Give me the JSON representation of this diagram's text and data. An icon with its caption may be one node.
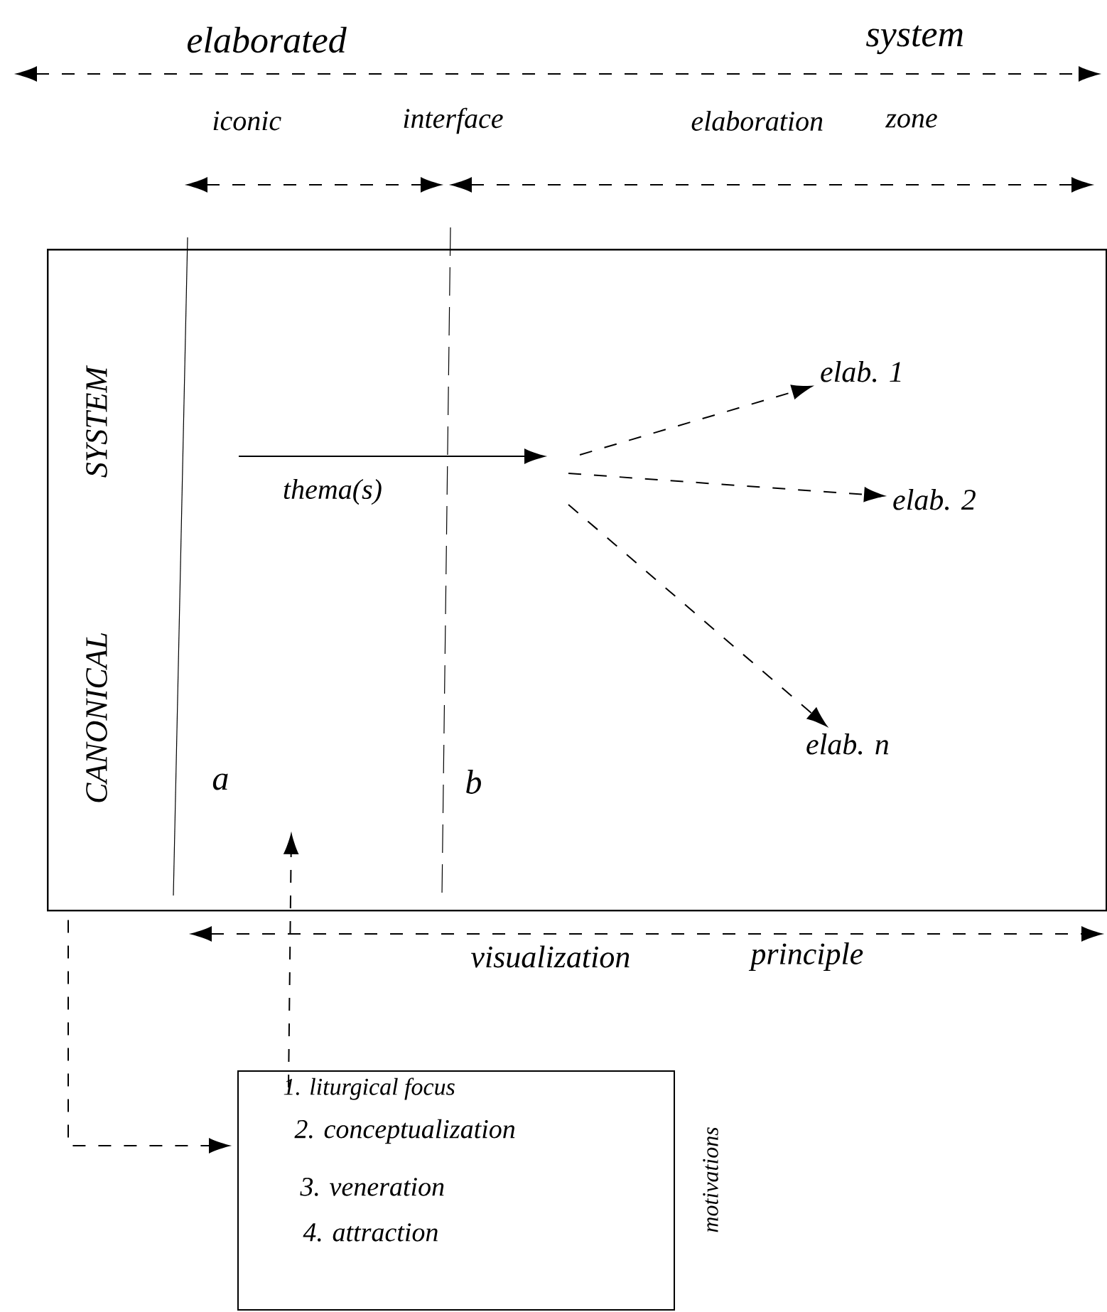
{
  "diagram": {
    "nodes": [
      {
        "text": [
          "CANONICAL",
          "SYSTEM"
        ]
      },
      {
        "text": [
          "thema(s)"
        ],
        "in": 0
      },
      {
        "text": [
          "elab. 1"
        ],
        "in": 0
      },
      {
        "text": [
          "elab. 2"
        ],
        "in": 0
      },
      {
        "text": [
          "elab. n"
        ],
        "in": 0
      },
      {
        "text": [
          "1. liturgical focus",
          "2. conceptualization",
          "3. veneration",
          "4. attraction"
        ],
        "beside": [
          "motivations"
        ]
      }
    ],
    "edges": [
      {
        "from": 1,
        "to": null,
        "arrow": "to"
      },
      {
        "from": null,
        "to": 2,
        "arrow": "to",
        "style": "dashed"
      },
      {
        "from": null,
        "to": 3,
        "arrow": "to",
        "style": "dashed"
      },
      {
        "from": null,
        "to": 4,
        "arrow": "to",
        "style": "dashed"
      },
      {
        "from": 0,
        "to": 5,
        "arrow": "to",
        "style": "dashed"
      },
      {
        "from": 5,
        "to": null,
        "arrow": "to",
        "style": "dashed"
      }
    ],
    "labels": [
      "elaborated",
      "system",
      "iconic",
      "interface",
      "elaboration",
      "zone",
      "a",
      "b",
      "visualization",
      "principle"
    ]
  }
}
